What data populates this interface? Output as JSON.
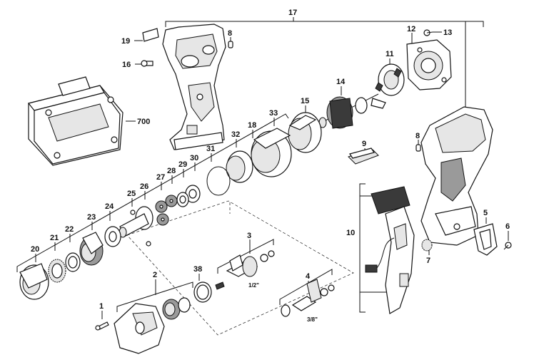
{
  "callouts": {
    "c1": "1",
    "c2": "2",
    "c3": "3",
    "c4": "4",
    "c5": "5",
    "c6": "6",
    "c7": "7",
    "c8a": "8",
    "c8b": "8",
    "c9": "9",
    "c10": "10",
    "c11": "11",
    "c12": "12",
    "c13": "13",
    "c14": "14",
    "c15": "15",
    "c16": "16",
    "c17": "17",
    "c18": "18",
    "c19": "19",
    "c20": "20",
    "c21": "21",
    "c22": "22",
    "c23": "23",
    "c24": "24",
    "c25": "25",
    "c26": "26",
    "c27": "27",
    "c28": "28",
    "c29": "29",
    "c30": "30",
    "c31": "31",
    "c32": "32",
    "c33": "33",
    "c38": "38",
    "c700": "700"
  },
  "anvil_sizes": {
    "half_inch": "1/2\"",
    "three_eighths": "3/8\""
  }
}
